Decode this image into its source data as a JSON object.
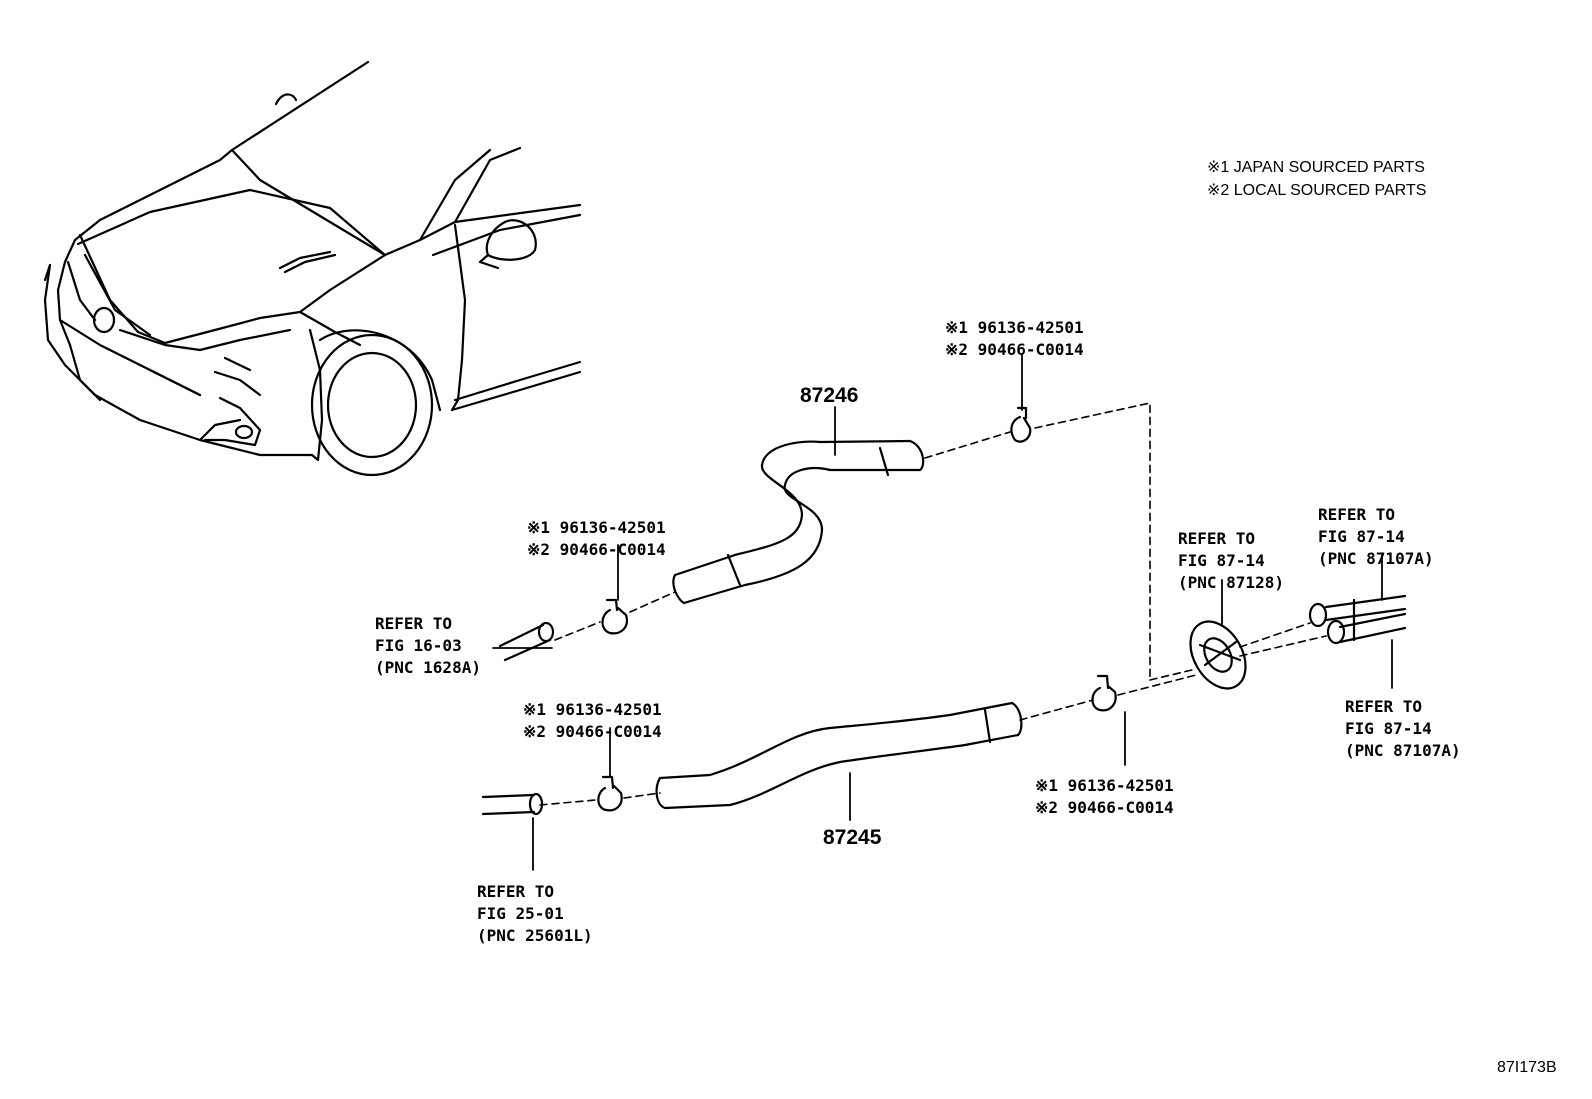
{
  "legend": {
    "line1": "※1 JAPAN SOURCED PARTS",
    "line2": "※2 LOCAL SOURCED PARTS"
  },
  "parts": {
    "hose_upper": "87246",
    "hose_lower": "87245"
  },
  "clamps": {
    "top": {
      "line1": "※1 96136-42501",
      "line2": "※2 90466-C0014"
    },
    "left_upper": {
      "line1": "※1 96136-42501",
      "line2": "※2 90466-C0014"
    },
    "left_lower": {
      "line1": "※1 96136-42501",
      "line2": "※2 90466-C0014"
    },
    "right_lower": {
      "line1": "※1 96136-42501",
      "line2": "※2 90466-C0014"
    }
  },
  "refs": {
    "fig_16_03": {
      "line1": "REFER TO",
      "line2": "FIG 16-03",
      "line3": "(PNC 1628A)"
    },
    "fig_25_01": {
      "line1": "REFER TO",
      "line2": "FIG 25-01",
      "line3": "(PNC 25601L)"
    },
    "fig_87_14_grommet": {
      "line1": "REFER TO",
      "line2": "FIG 87-14",
      "line3": "(PNC 87128)"
    },
    "fig_87_14_top": {
      "line1": "REFER TO",
      "line2": "FIG 87-14",
      "line3": "(PNC 87107A)"
    },
    "fig_87_14_bottom": {
      "line1": "REFER TO",
      "line2": "FIG 87-14",
      "line3": "(PNC 87107A)"
    }
  },
  "diagram_code": "87I173B"
}
